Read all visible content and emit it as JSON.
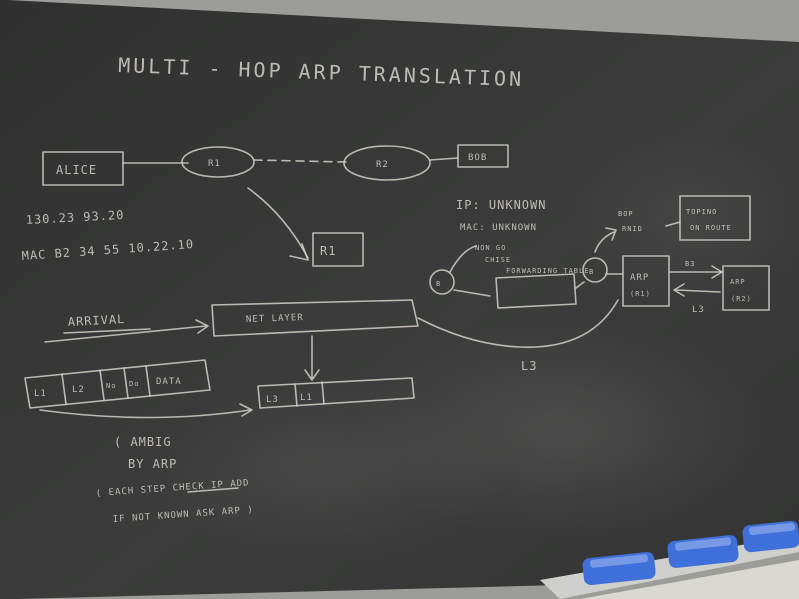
{
  "board": {
    "title": "MULTI - HOP ARP TRANSLATION",
    "nodes": {
      "alice": "ALICE",
      "r1": "R1",
      "r2": "R2",
      "bob": "BOB"
    },
    "alice_ip": "130.23 93.20",
    "alice_mac": "MAC B2 34 55 10.22.10",
    "r1_box": "R1",
    "ip_unknown": "IP: UNKNOWN",
    "mac_unknown": "MAC: UNKNOWN",
    "non_go": "NON GO",
    "chisee": "CHISE",
    "forwarding_table": "FORWARDING TABLE",
    "buf_b": "B",
    "buf_b2": "B",
    "arp_r1": "ARP",
    "arp_r1_sub": "(R1)",
    "arp_r2": "ARP",
    "arp_r2_sub": "(R2)",
    "bop": "BOP",
    "rnid": "RNID",
    "topino": "TOPINO",
    "topino_sub": "ON ROUTE",
    "b3": "B3",
    "l3_right": "L3",
    "l3_curve": "L3",
    "arrival": "ARRIVAL",
    "net_layer": "NET LAYER",
    "frame": [
      "L1",
      "L2",
      "No",
      "Do",
      "DATA"
    ],
    "l3l1": [
      "L3",
      "L1"
    ],
    "note_lines": [
      "( AMBIG",
      "BY ARP",
      "( EACH STEP CHECK IP ADD",
      "IF NOT KNOWN ASK ARP )"
    ]
  },
  "colors": {
    "board": "#3a3b3a",
    "chalk": "#d8d4cc",
    "wall": "#d9d8d2",
    "eraser": "#3f6fd8"
  },
  "icons": [
    "eraser-icon",
    "eraser-icon",
    "eraser-icon"
  ]
}
